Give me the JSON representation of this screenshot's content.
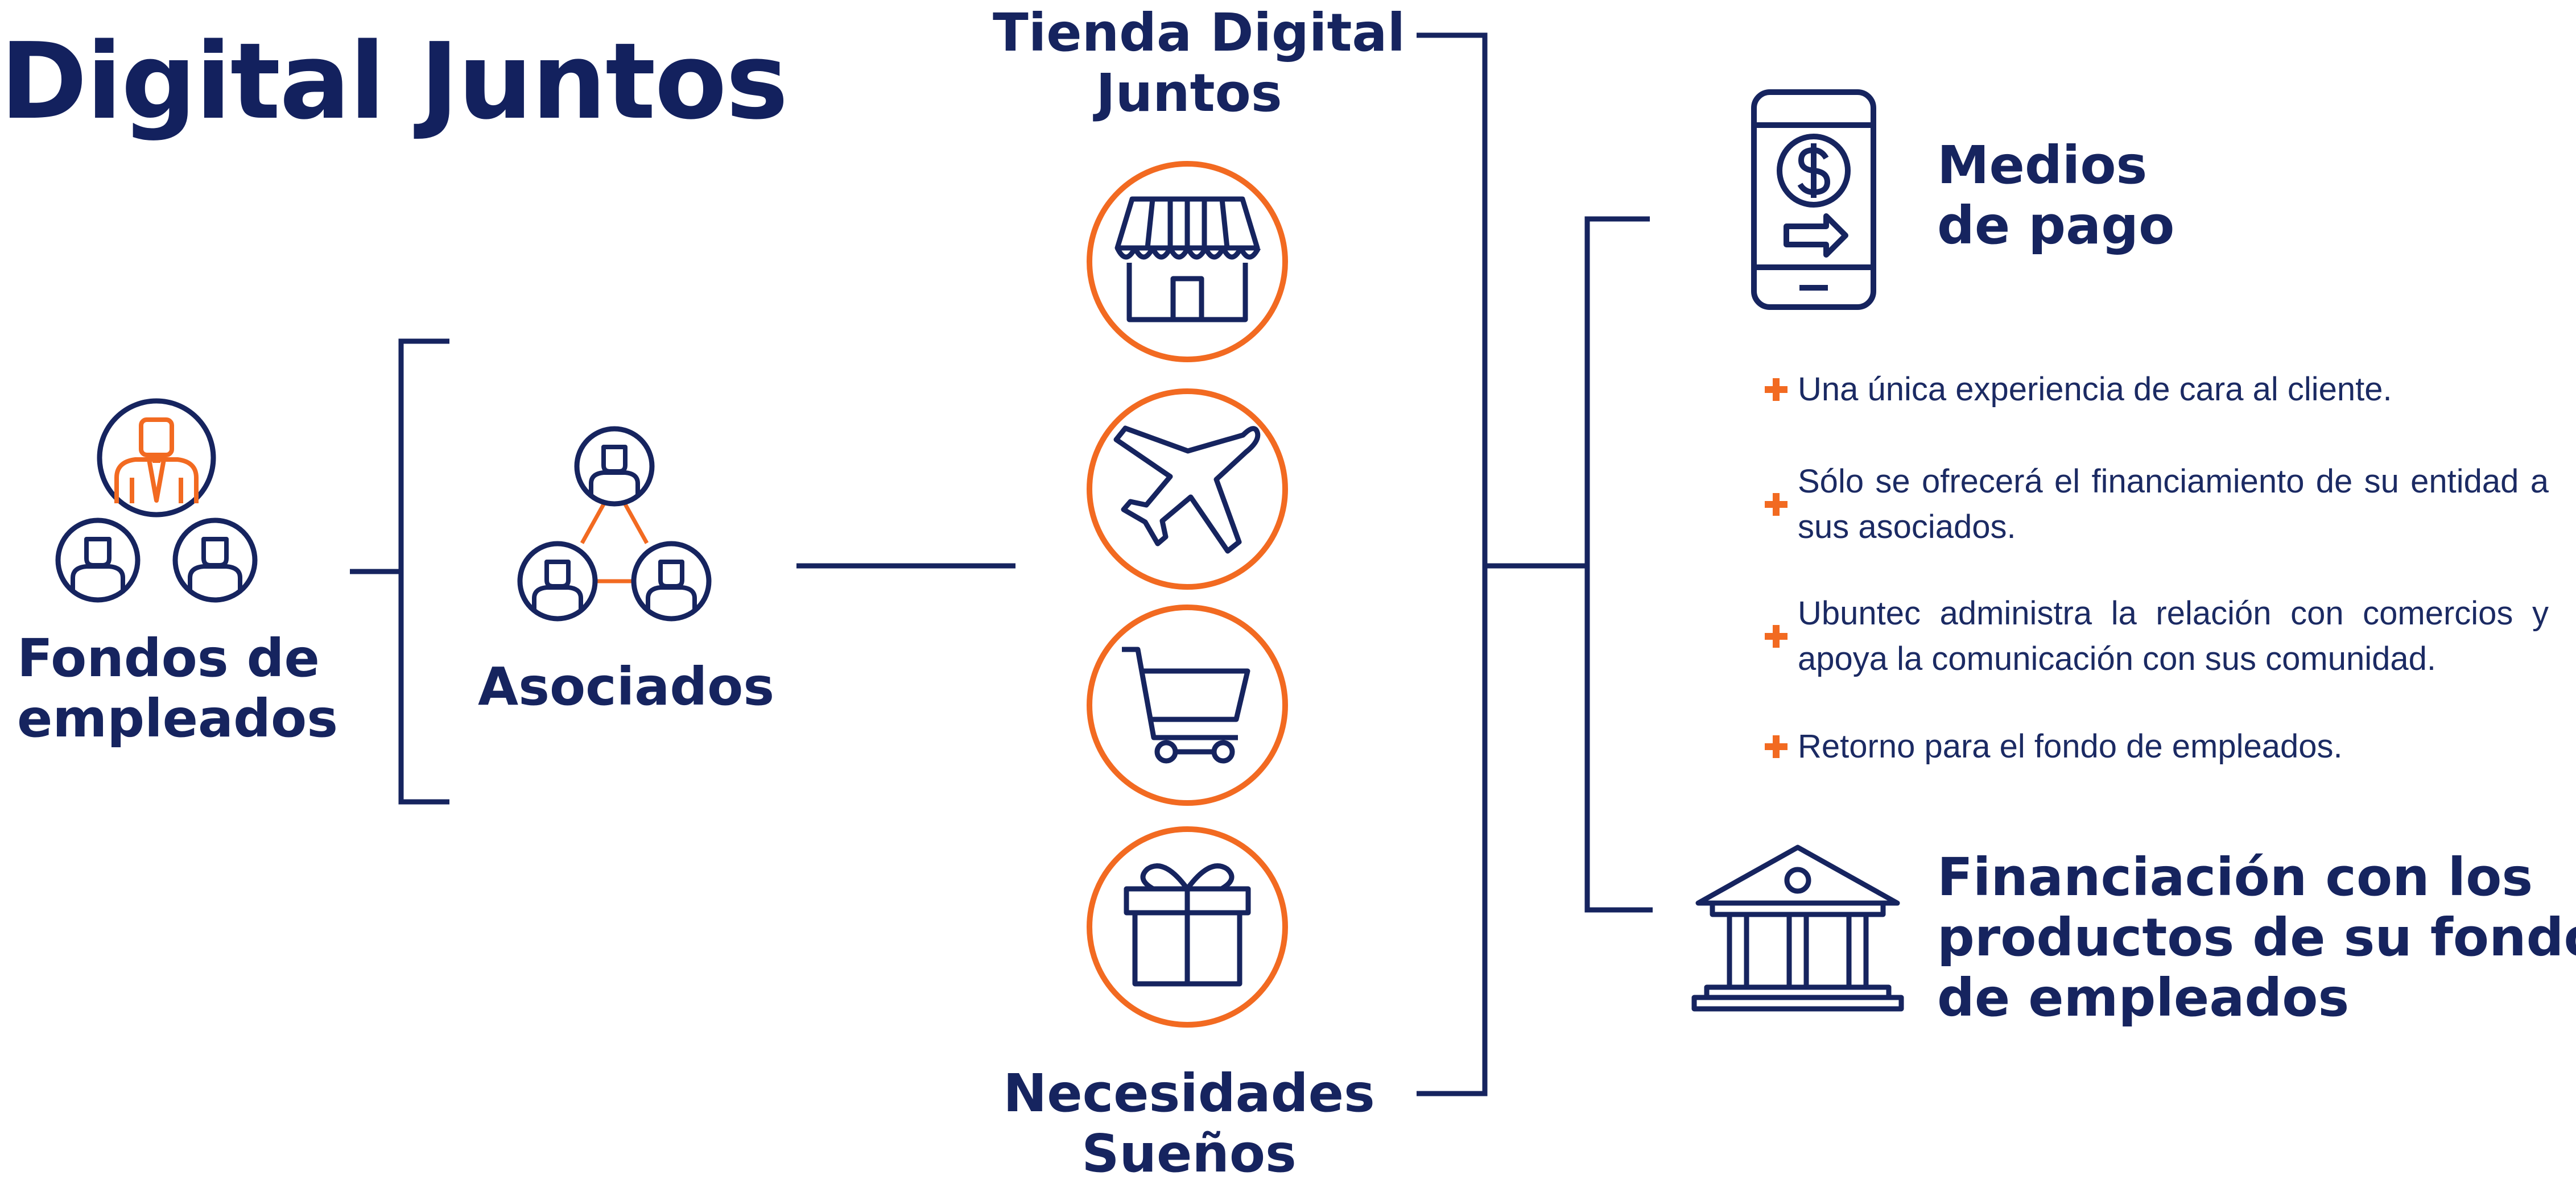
{
  "title": "Digital Juntos",
  "left": {
    "fondos_label_line1": "Fondos de",
    "fondos_label_line2": "empleados",
    "asociados_label": "Asociados"
  },
  "center": {
    "top_label_line1": "Tienda Digital",
    "top_label_line2": "Juntos",
    "bottom_label_line1": "Necesidades",
    "bottom_label_line2": "Sueños",
    "icons": [
      "store-icon",
      "airplane-icon",
      "shopping-cart-icon",
      "gift-icon"
    ]
  },
  "right": {
    "medios_line1": "Medios",
    "medios_line2": "de pago",
    "bullets": [
      "Una única experiencia de cara al  cliente.",
      "Sólo se ofrecerá el financiamiento de su entidad a sus asociados.",
      "Ubuntec administra la relación con comercios y apoya la comunicación con sus comunidad.",
      "Retorno para el fondo de empleados."
    ],
    "financiacion_line1": "Financiación con los",
    "financiacion_line2": "productos de su fondo",
    "financiacion_line3": "de empleados"
  },
  "colors": {
    "navy": "#16245f",
    "orange": "#f26a21"
  }
}
